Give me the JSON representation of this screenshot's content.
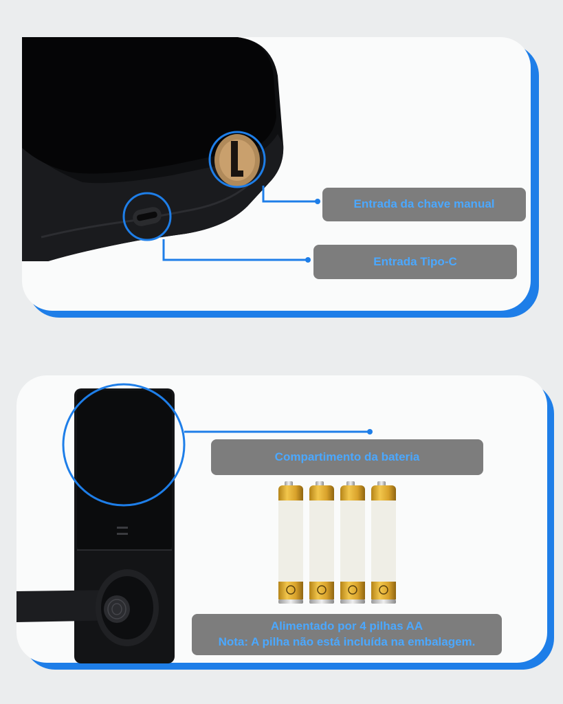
{
  "panel_top": {
    "labels": {
      "manual_key": "Entrada da chave manual",
      "type_c": "Entrada Tipo-C"
    }
  },
  "panel_bottom": {
    "labels": {
      "battery_compartment": "Compartimento da bateria",
      "powered_line1": "Alimentado por 4 pilhas AA",
      "powered_line2": "Nota: A pilha não está incluída na embalagem."
    },
    "battery_count": 4
  },
  "colors": {
    "accent_blue": "#1e7ee8",
    "label_bg": "#7d7d7d",
    "label_text": "#4ba8ff",
    "device_black": "#111214",
    "background": "#ebedee"
  }
}
